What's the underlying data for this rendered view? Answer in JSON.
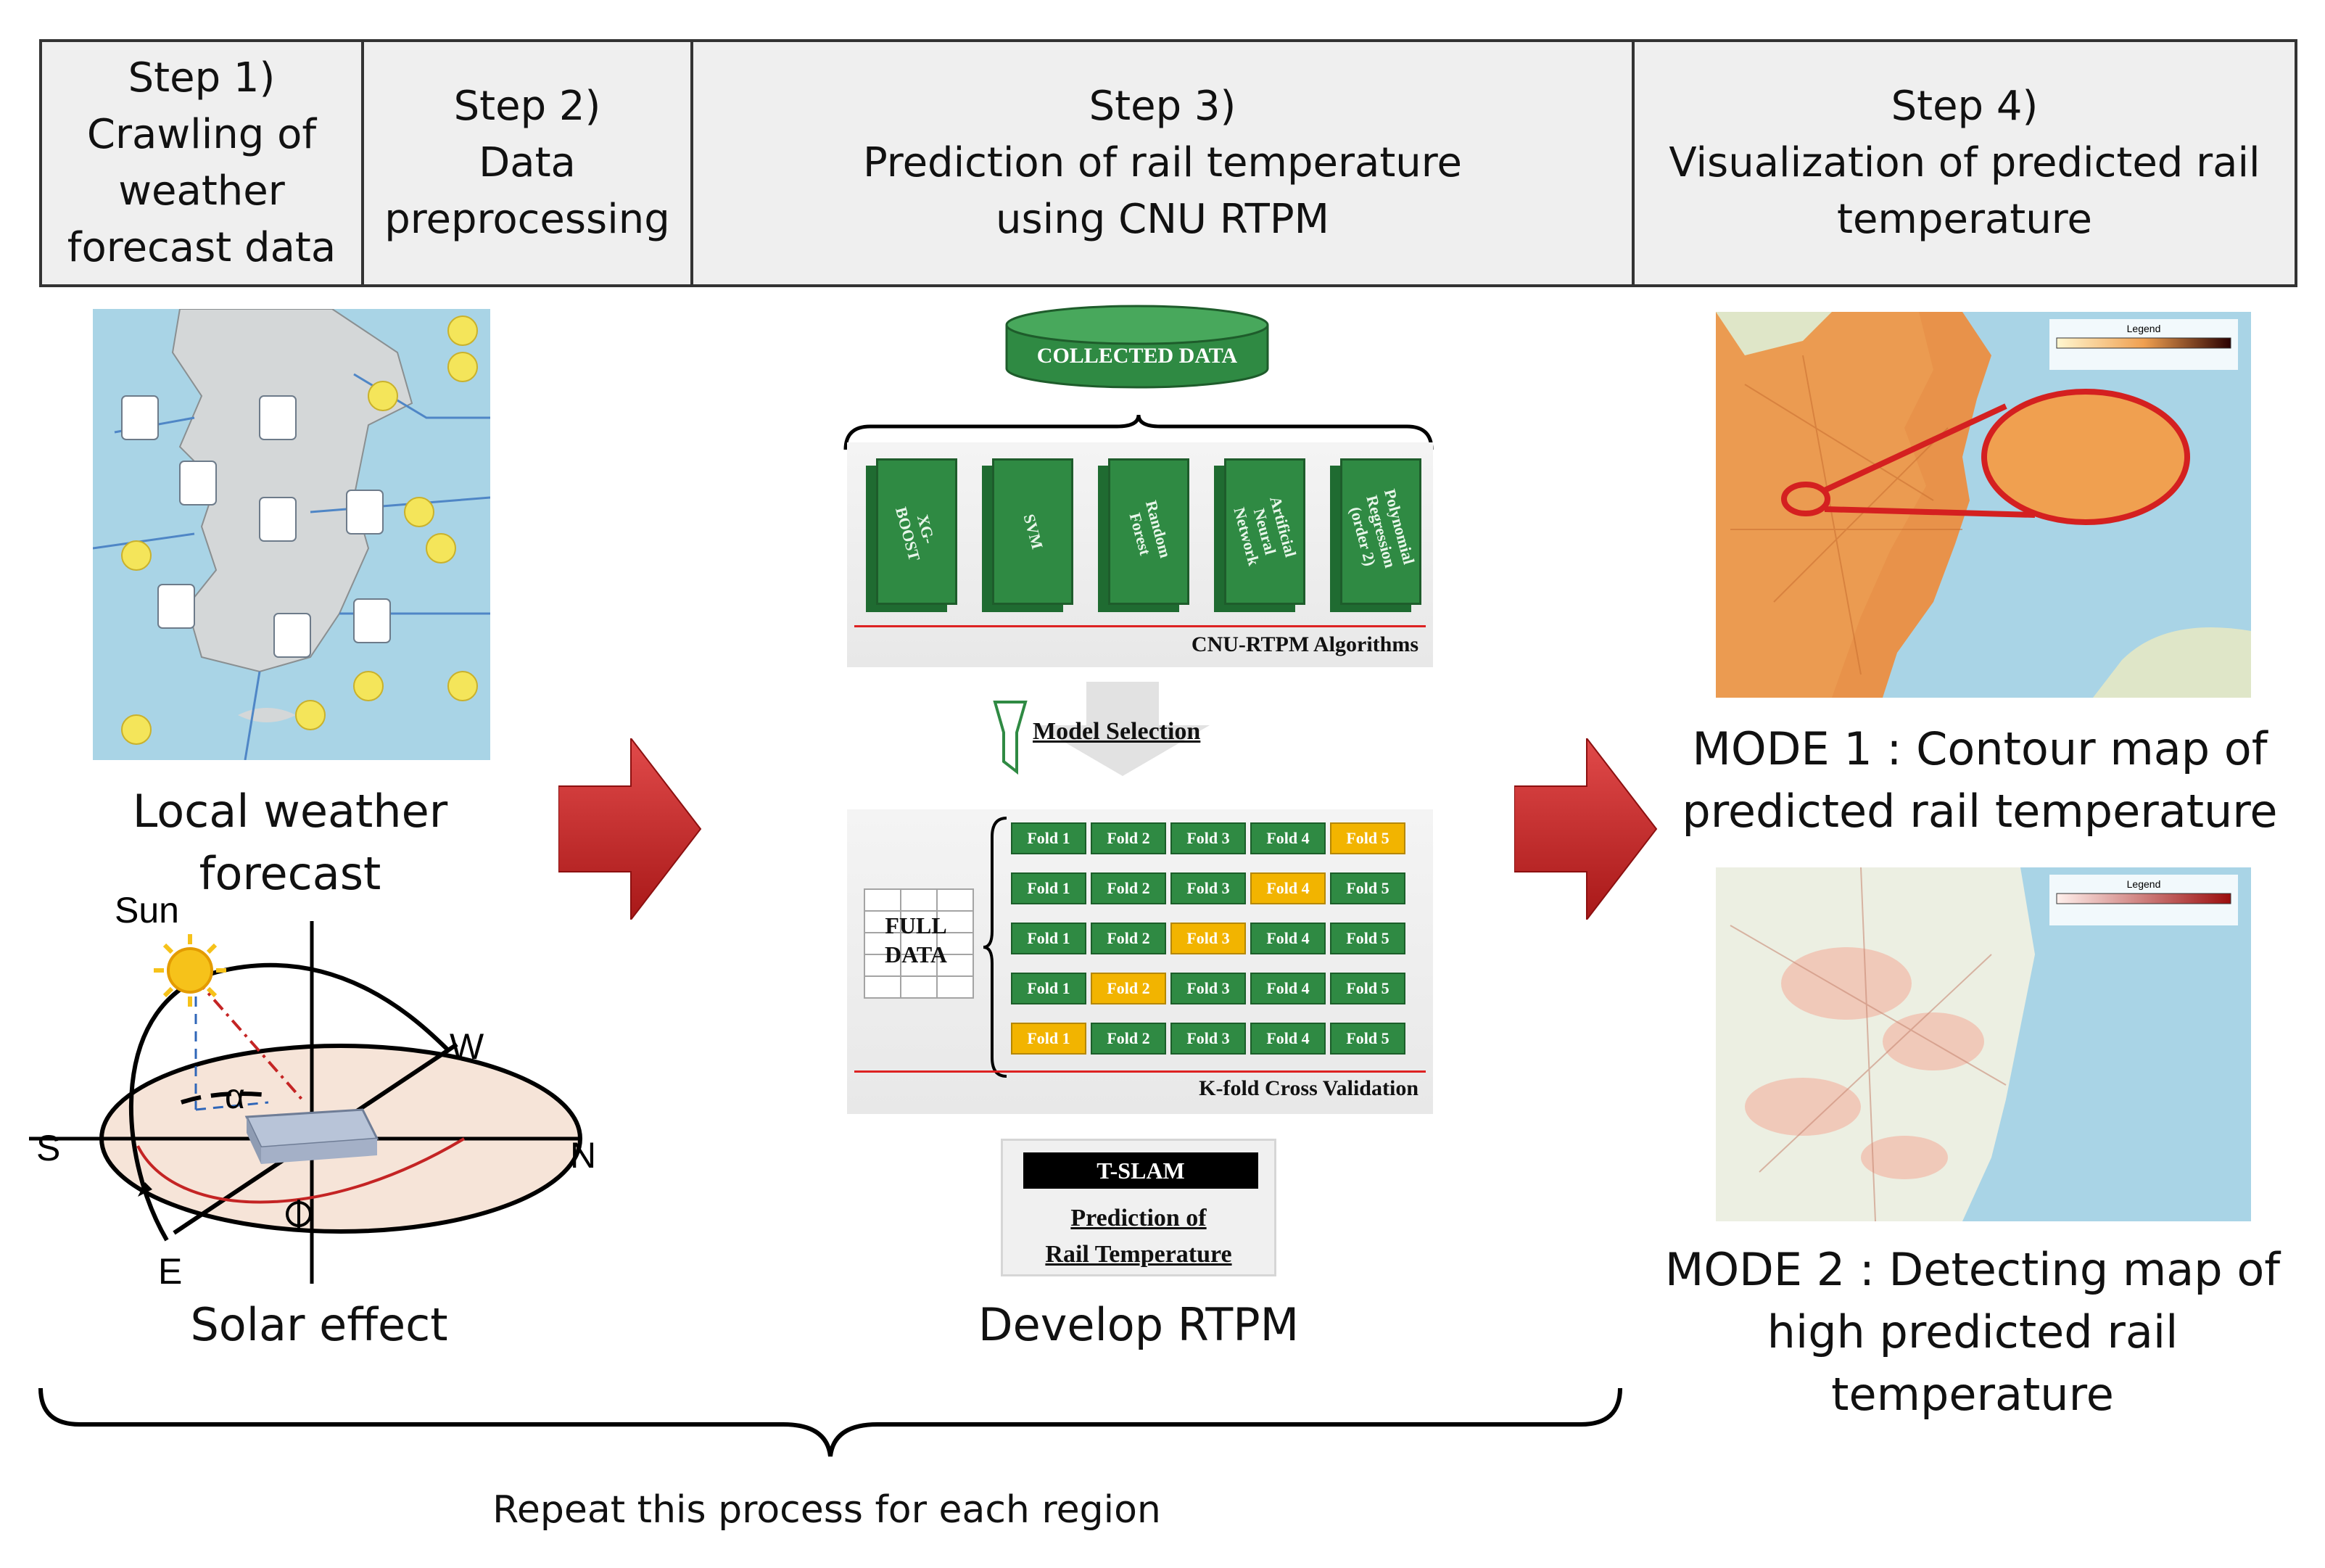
{
  "steps": [
    {
      "label": "Step 1)\nCrawling of\nweather\nforecast data"
    },
    {
      "label": "Step 2)\nData\npreprocessing"
    },
    {
      "label": "Step 3)\nPrediction of rail temperature\nusing CNU RTPM"
    },
    {
      "label": "Step 4)\nVisualization of predicted rail\ntemperature"
    }
  ],
  "left": {
    "weather_caption": "Local weather forecast",
    "solar_caption": "Solar effect",
    "solar_labels": {
      "sun": "Sun",
      "w": "W",
      "s": "S",
      "n": "N",
      "e": "E",
      "alpha": "α",
      "phi": "Φ"
    }
  },
  "middle": {
    "collected": "COLLECTED DATA",
    "algorithms": [
      "XG-BOOST",
      "SVM",
      "Random\nForest",
      "Artificial\nNeural\nNetwork",
      "Polynomial\nRegression\n(order 2)"
    ],
    "algorithms_title": "CNU-RTPM Algorithms",
    "model_selection": "Model Selection",
    "full_data": "FULL\nDATA",
    "fold_rows": [
      [
        "Fold 1",
        "Fold 2",
        "Fold 3",
        "Fold 4",
        "Fold 5"
      ],
      [
        "Fold 1",
        "Fold 2",
        "Fold 3",
        "Fold 4",
        "Fold 5"
      ],
      [
        "Fold 1",
        "Fold 2",
        "Fold 3",
        "Fold 4",
        "Fold 5"
      ],
      [
        "Fold 1",
        "Fold 2",
        "Fold 3",
        "Fold 4",
        "Fold 5"
      ],
      [
        "Fold 1",
        "Fold 2",
        "Fold 3",
        "Fold 4",
        "Fold 5"
      ]
    ],
    "kfold_title": "K-fold Cross Validation",
    "tslam": "T-SLAM",
    "prediction": "Prediction of\nRail Temperature",
    "caption": "Develop RTPM"
  },
  "right": {
    "mode1": "MODE 1 : Contour map of\npredicted rail temperature",
    "mode2": "MODE 2 : Detecting map of\nhigh predicted rail temperature",
    "legend": "Legend"
  },
  "bottom": {
    "repeat": "Repeat this process for each region"
  },
  "colors": {
    "arrow": "#c42424",
    "green": "#2f8a43",
    "fold_highlight": "#f2b400",
    "map_water": "#a9d4e6",
    "contour": "#ea9a4a"
  }
}
